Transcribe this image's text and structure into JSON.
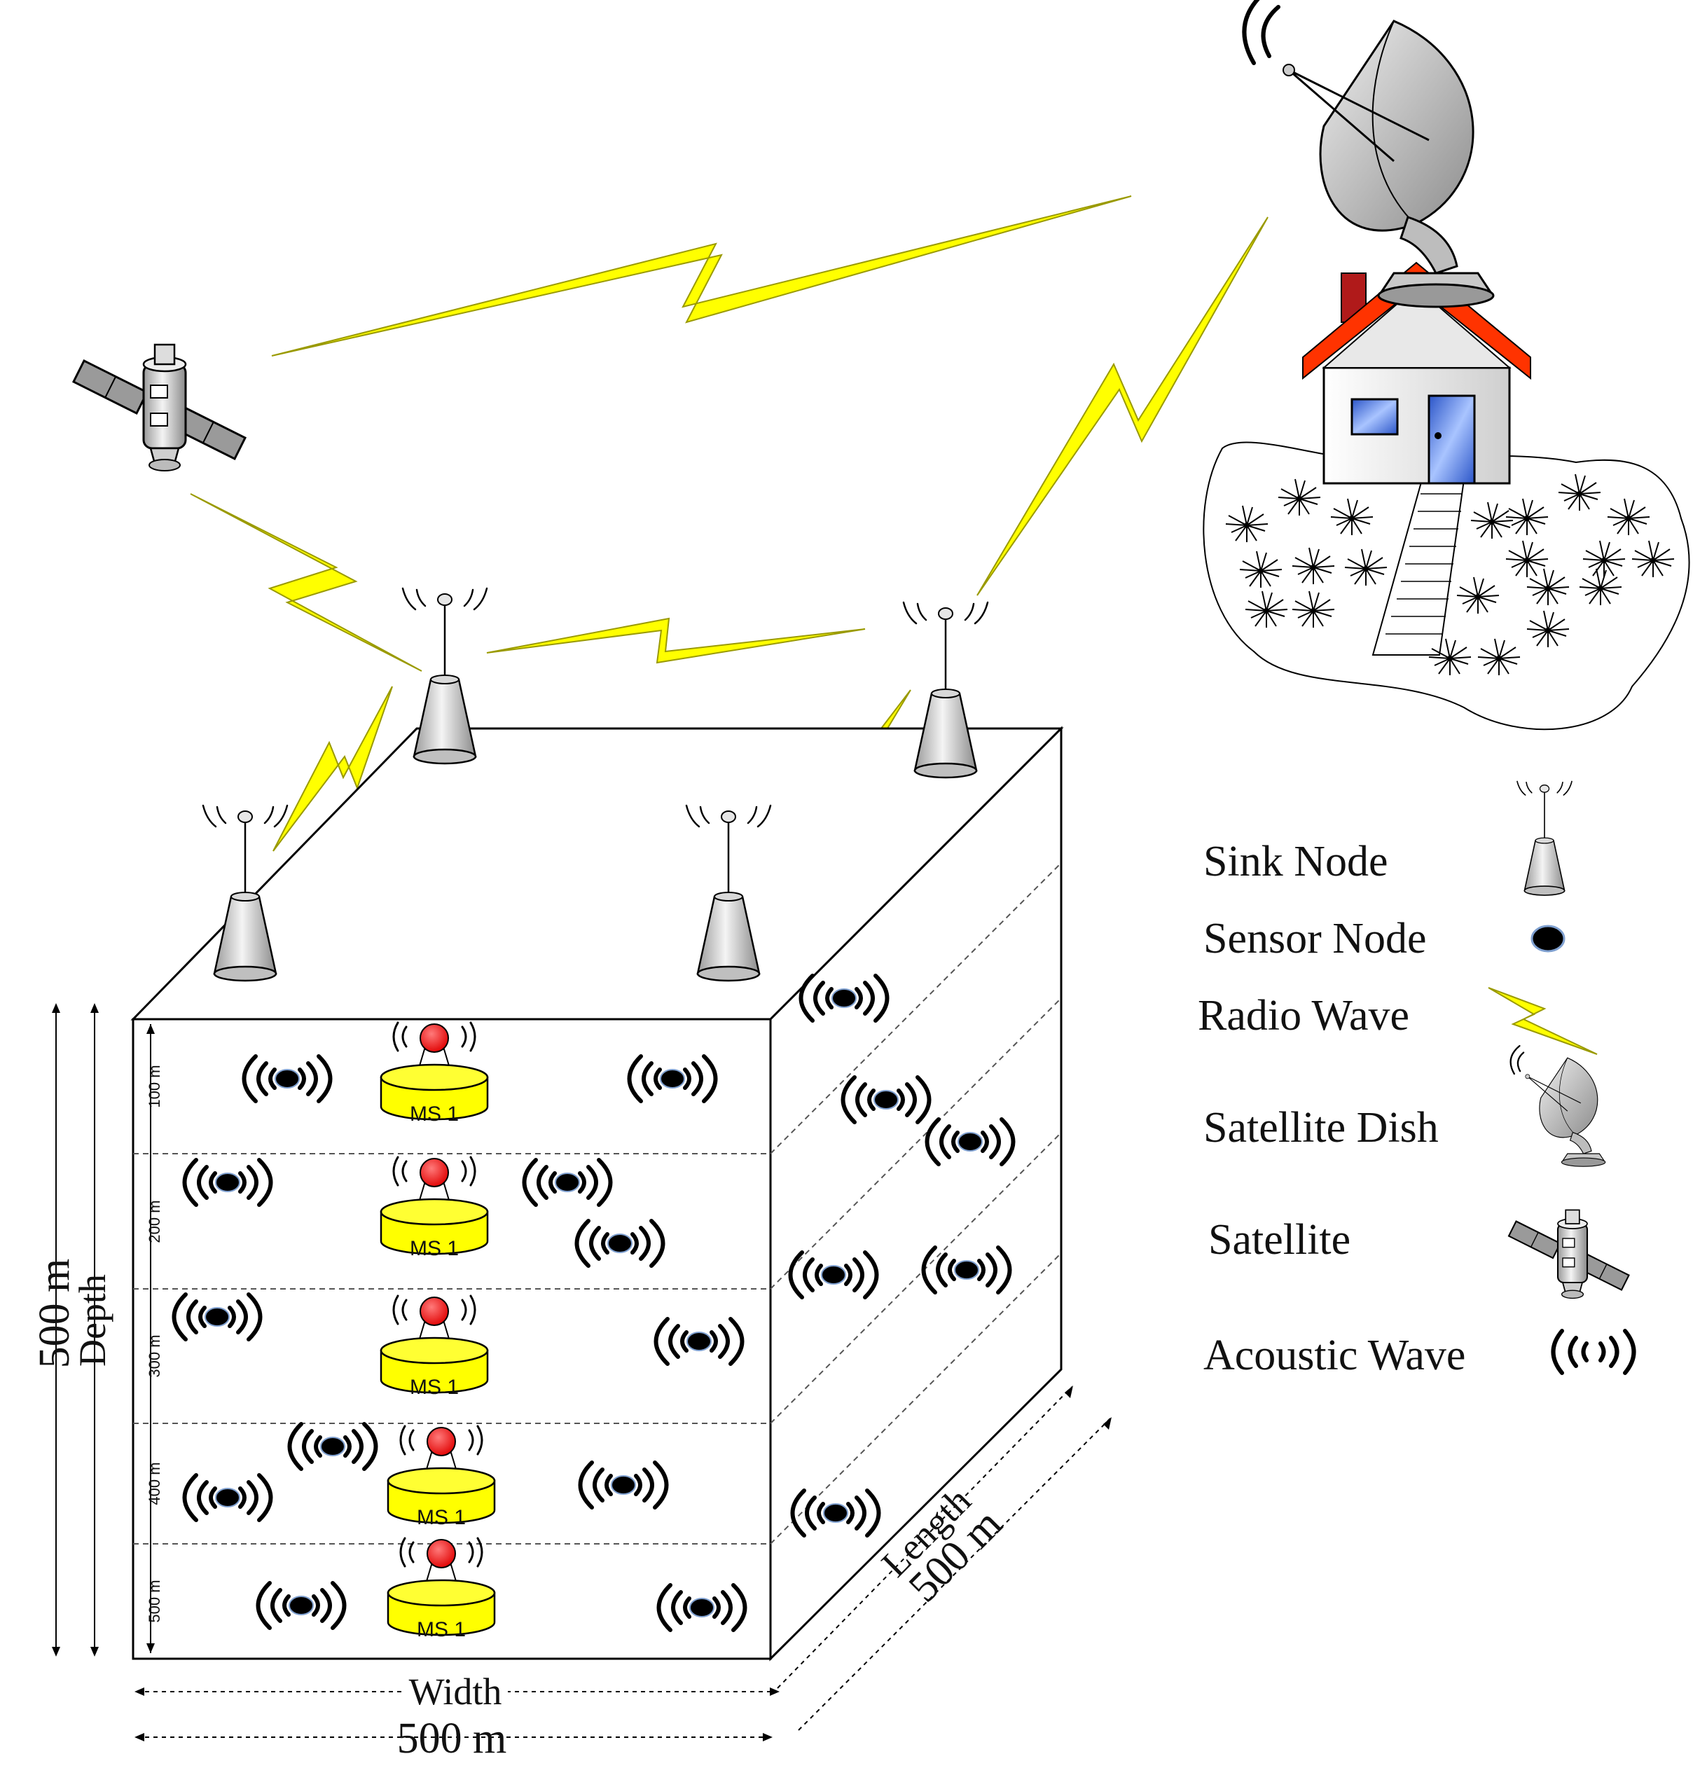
{
  "legend": {
    "sink_node": "Sink Node",
    "sensor_node": "Sensor Node",
    "radio_wave": "Radio Wave",
    "satellite_dish": "Satellite Dish",
    "satellite": "Satellite",
    "acoustic_wave": "Acoustic Wave"
  },
  "dimensions": {
    "depth_label": "Depth",
    "depth_value": "500 m",
    "width_label": "Width",
    "width_value": "500 m",
    "length_label": "Length",
    "length_value": "500 m"
  },
  "layers": [
    "100 m",
    "200 m",
    "300 m",
    "400 m",
    "500 m"
  ],
  "mobile_sinks": [
    "MS 1",
    "MS 1",
    "MS 1",
    "MS 1",
    "MS 1"
  ],
  "colors": {
    "radio_wave": "#ffff00",
    "roof": "#ff3300",
    "mobile_sink_base": "#ffff00",
    "mobile_sink_light": "#ff0000",
    "window": "#3366cc"
  }
}
